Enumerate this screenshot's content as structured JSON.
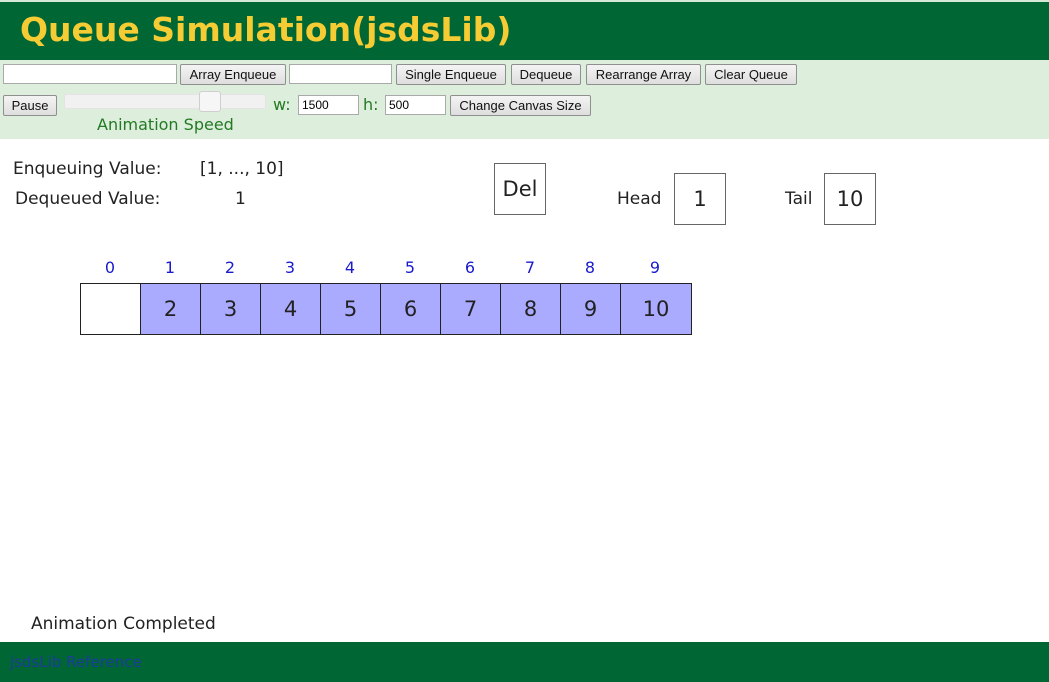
{
  "header": {
    "title": "Queue Simulation(jsdsLib)"
  },
  "controls": {
    "array_input": {
      "value": "",
      "placeholder": ""
    },
    "array_enqueue_label": "Array Enqueue",
    "single_input": {
      "value": "",
      "placeholder": ""
    },
    "single_enqueue_label": "Single Enqueue",
    "dequeue_label": "Dequeue",
    "rearrange_label": "Rearrange Array",
    "clear_label": "Clear Queue",
    "pause_label": "Pause",
    "speed_label": "Animation Speed",
    "speed_level": 0.75,
    "w_label": "w:",
    "w_value": "1500",
    "h_label": "h:",
    "h_value": "500",
    "change_size_label": "Change Canvas Size"
  },
  "canvas": {
    "enqueuing_label": "Enqueuing Value:",
    "enqueuing_value": "[1, ..., 10]",
    "dequeued_label": "Dequeued Value:",
    "dequeued_value": "1",
    "del_label": "Del",
    "head_label": "Head",
    "head_value": "1",
    "tail_label": "Tail",
    "tail_value": "10",
    "array": {
      "indices": [
        "0",
        "1",
        "2",
        "3",
        "4",
        "5",
        "6",
        "7",
        "8",
        "9"
      ],
      "cells": [
        "",
        "2",
        "3",
        "4",
        "5",
        "6",
        "7",
        "8",
        "9",
        "10"
      ],
      "filled_color": "#aaaaff",
      "empty_color": "#ffffff"
    },
    "status": "Animation Completed"
  },
  "footer": {
    "link_label": "jsdsLib Reference"
  },
  "colors": {
    "header_bg": "#006633",
    "title": "#f5cc33",
    "controls_bg": "#ddeedd",
    "index_text": "#1a1acc"
  }
}
